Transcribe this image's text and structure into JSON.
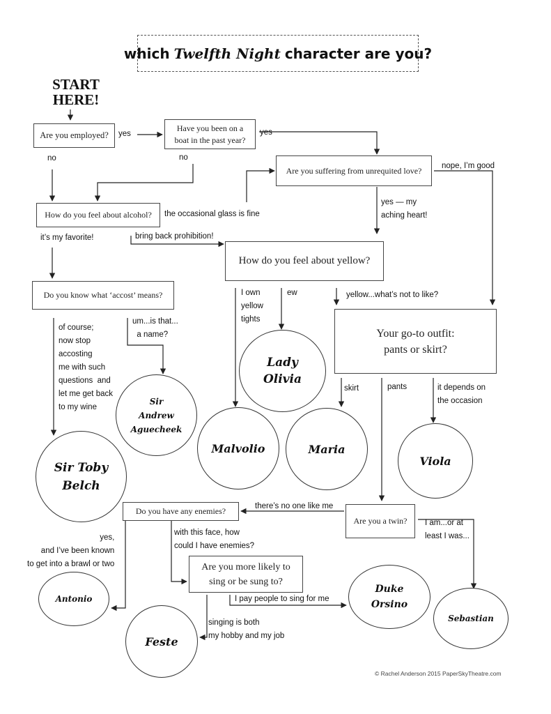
{
  "title": {
    "pre": "which",
    "play": "Twelfth Night",
    "post": "character are you?"
  },
  "start": "START\nHERE!",
  "questions": {
    "employed": "Are you employed?",
    "boat": "Have you been on a\nboat in the past year?",
    "unrequited": "Are you suffering from unrequited love?",
    "alcohol": "How do you feel about alcohol?",
    "yellow": "How do you feel about yellow?",
    "accost": "Do you know what ‘accost’ means?",
    "outfit": "Your go-to outfit:\npants or skirt?",
    "enemies": "Do you have any enemies?",
    "twin": "Are you a twin?",
    "sing": "Are you more likely to\nsing or be sung to?"
  },
  "answers": {
    "employed_yes": "yes",
    "employed_no": "no",
    "boat_yes": "yes",
    "boat_no": "no",
    "unrequited_no": "nope, I’m good",
    "unrequited_yes": "yes — my\naching heart!",
    "alcohol_fine": "the occasional glass is fine",
    "alcohol_favorite": "it’s my favorite!",
    "alcohol_prohibition": "bring back prohibition!",
    "yellow_tights": "I own\nyellow\ntights",
    "yellow_ew": "ew",
    "yellow_like": "yellow...what’s not to like?",
    "accost_yes": "of course;\nnow stop\naccosting\nme with such\nquestions  and\nlet me get back\nto my wine",
    "accost_no": "um...is that...\n  a name?",
    "outfit_skirt": "skirt",
    "outfit_pants": "pants",
    "outfit_depends": "it depends on\nthe occasion",
    "twin_no": "there’s no one like me",
    "twin_yes": "I am...or at\nleast I was...",
    "enemies_yes": "yes,\nand I’ve been known\nto get into a brawl or two",
    "enemies_no": "with this face, how\ncould I have enemies?",
    "sing_sung": "I pay people to sing for me",
    "sing_both": "singing is both\nmy hobby and my job"
  },
  "characters": {
    "olivia": "Lady\nOlivia",
    "andrew": "Sir\nAndrew\nAguecheek",
    "toby": "Sir Toby\nBelch",
    "malvolio": "Malvolio",
    "maria": "Maria",
    "viola": "Viola",
    "antonio": "Antonio",
    "feste": "Feste",
    "orsino": "Duke\nOrsino",
    "sebastian": "Sebastian"
  },
  "footer": "© Rachel Anderson 2015 PaperSkyTheatre.com"
}
